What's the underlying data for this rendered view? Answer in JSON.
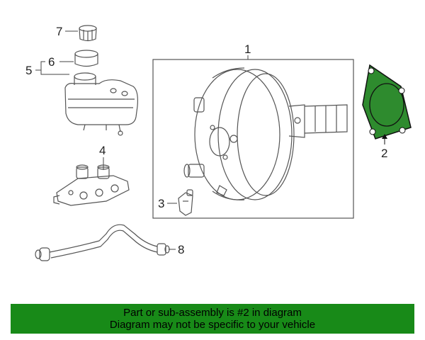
{
  "callouts": {
    "c1": "1",
    "c2": "2",
    "c3": "3",
    "c4": "4",
    "c5": "5",
    "c6": "6",
    "c7": "7",
    "c8": "8"
  },
  "banner": {
    "line1": "Part or sub-assembly is #2 in diagram",
    "line2": "Diagram may not be specific to your vehicle"
  },
  "colors": {
    "banner": "#188a18",
    "highlight_part": "#2e8b2e",
    "line_art": "#555555"
  }
}
